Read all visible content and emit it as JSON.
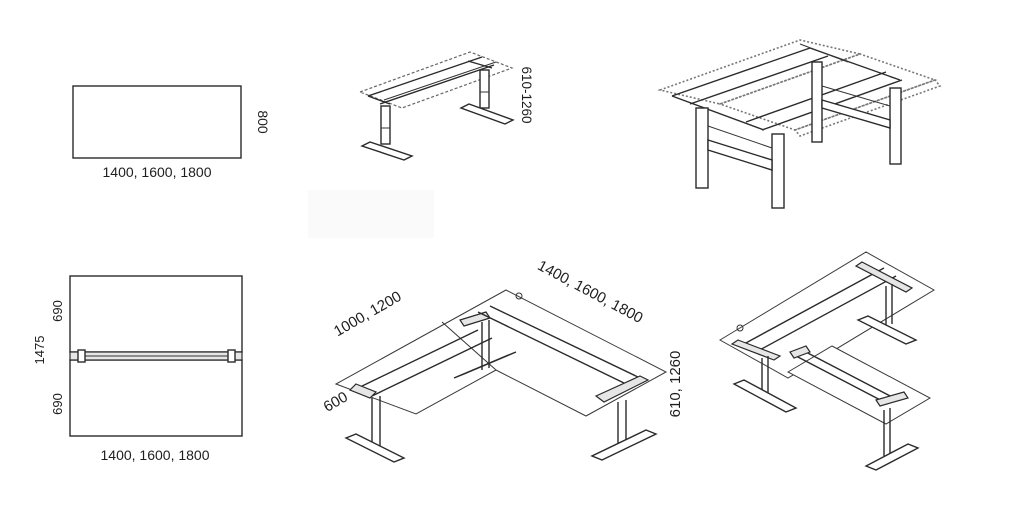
{
  "views": {
    "single_plan": {
      "width_label": "1400, 1600, 1800",
      "depth_label": "800"
    },
    "single_iso": {
      "height_label": "610-1260"
    },
    "double_plan": {
      "top_depth_label": "690",
      "bottom_depth_label": "690",
      "total_depth_label": "1475",
      "width_label": "1400, 1600, 1800"
    },
    "corner_iso": {
      "return_length_label": "1000, 1200",
      "main_length_label": "1400, 1600, 1800",
      "return_depth_label": "600",
      "height_label": "610, 1260"
    }
  }
}
